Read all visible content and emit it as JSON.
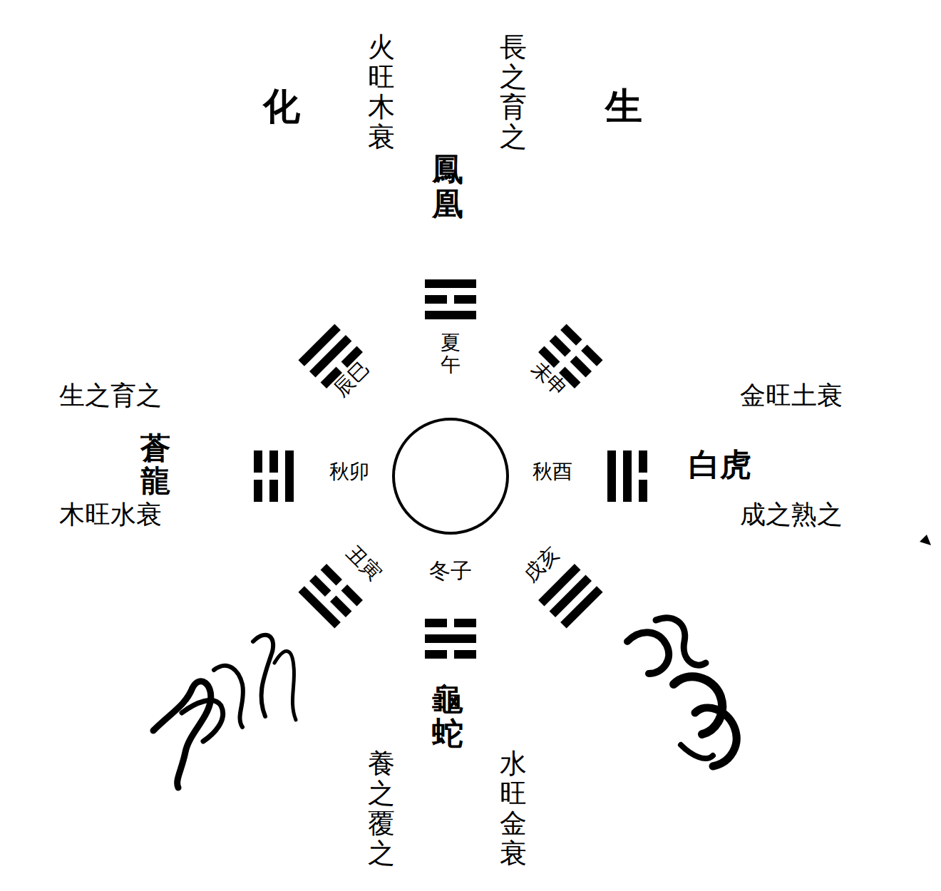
{
  "diagram": {
    "labels": [
      "化",
      "生",
      "火旺木衰",
      "長之育之",
      "鳳凰",
      "夏午",
      "辰巳",
      "未申",
      "秋卯",
      "秋酉",
      "丑寅",
      "戌亥",
      "冬子",
      "蒼龍",
      "生之育之",
      "木旺水衰",
      "金旺土衰",
      "白虎",
      "成之熟之",
      "龜蛇",
      "養之覆之",
      "水旺金衰"
    ]
  }
}
